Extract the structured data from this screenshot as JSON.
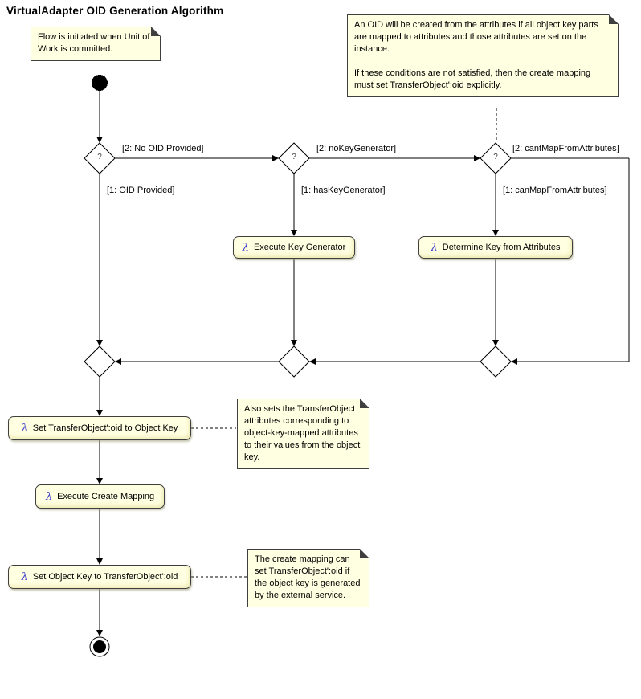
{
  "title": "VirtualAdapter OID Generation Algorithm",
  "lambda": "λ",
  "question_mark": "?",
  "notes": {
    "init": "Flow is initiated when Unit of Work is committed.",
    "oid_para1": "An OID will be created from the attributes if all object key parts are mapped to attributes and those attributes are set on the instance.",
    "oid_para2": "If these conditions are not satisfied, then the create mapping must set TransferObject':oid explicitly.",
    "also_sets": "Also sets the TransferObject attributes corresponding to object-key-mapped attributes to their values from the object key.",
    "create_mapping": "The create mapping can set TransferObject':oid if the object key is generated by the external service."
  },
  "guards": {
    "no_oid_provided": "[2: No OID Provided]",
    "oid_provided": "[1: OID Provided]",
    "no_key_generator": "[2: noKeyGenerator]",
    "has_key_generator": "[1: hasKeyGenerator]",
    "cant_map_from_attributes": "[2: cantMapFromAttributes]",
    "can_map_from_attributes": "[1: canMapFromAttributes]"
  },
  "actions": {
    "execute_key_generator": "Execute Key Generator",
    "determine_key_from_attributes": "Determine Key from Attributes",
    "set_oid_to_object_key": "Set TransferObject':oid to Object Key",
    "execute_create_mapping": "Execute Create Mapping",
    "set_object_key_to_oid": "Set Object Key to TransferObject':oid"
  },
  "colors": {
    "note_background": "#FFFFE1",
    "action_background": "#FFFFE1",
    "lambda_color": "#4040CC",
    "line_color": "#000000"
  }
}
